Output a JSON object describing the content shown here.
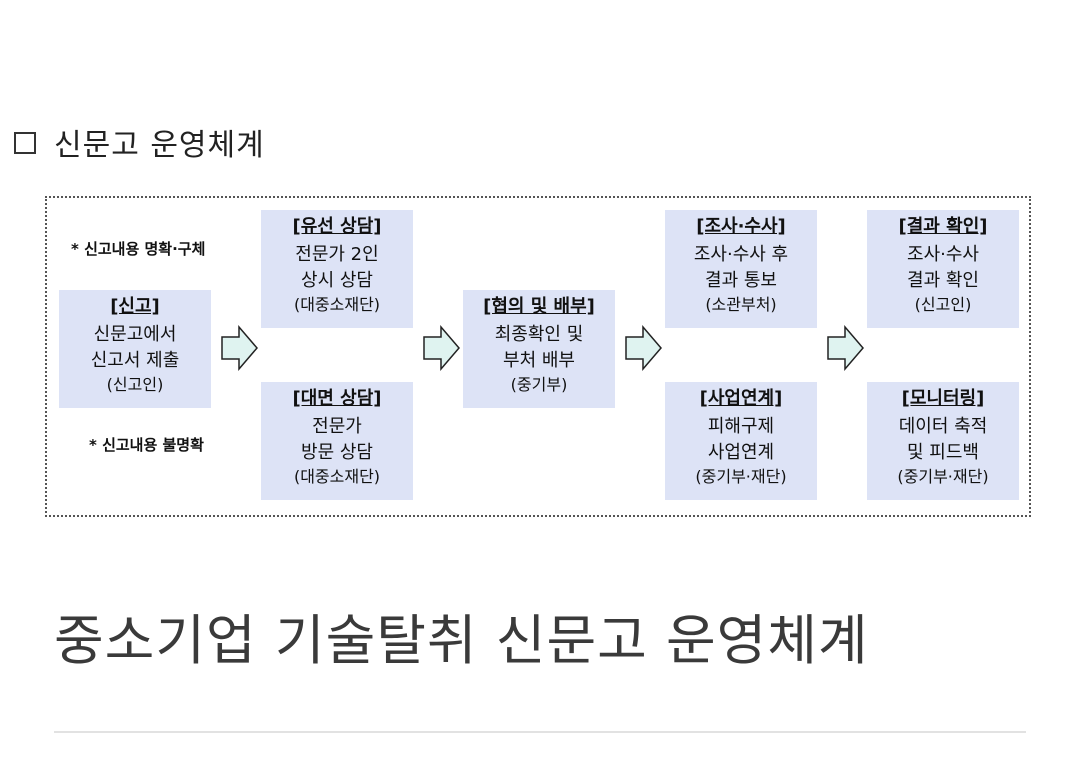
{
  "section_title": "신문고 운영체계",
  "notes": {
    "clear": "* 신고내용 명확·구체",
    "unclear": "* 신고내용 불명확"
  },
  "nodes": {
    "report": {
      "head": "[신고]",
      "line1": "신문고에서",
      "line2": "신고서 제출",
      "sub": "(신고인)"
    },
    "wired": {
      "head": "[유선 상담]",
      "line1": "전문가 2인",
      "line2": "상시 상담",
      "sub": "(대중소재단)"
    },
    "visit": {
      "head": "[대면 상담]",
      "line1": "전문가",
      "line2": "방문 상담",
      "sub": "(대중소재단)"
    },
    "consult": {
      "head": "[협의 및 배부]",
      "line1": "최종확인 및",
      "line2": "부처 배부",
      "sub": "(중기부)"
    },
    "investigate": {
      "head": "[조사·수사]",
      "line1": "조사·수사 후",
      "line2": "결과 통보",
      "sub": "(소관부처)"
    },
    "program": {
      "head": "[사업연계]",
      "line1": "피해구제",
      "line2": "사업연계",
      "sub": "(중기부·재단)"
    },
    "confirm": {
      "head": "[결과 확인]",
      "line1": "조사·수사",
      "line2": "결과 확인",
      "sub": "(신고인)"
    },
    "monitor": {
      "head": "[모니터링]",
      "line1": "데이터 축적",
      "line2": "및 피드백",
      "sub": "(중기부·재단)"
    }
  },
  "page_title": "중소기업 기술탈취 신문고 운영체계",
  "colors": {
    "node_fill": "#dde3f6",
    "arrow_fill": "#dff3f0"
  }
}
